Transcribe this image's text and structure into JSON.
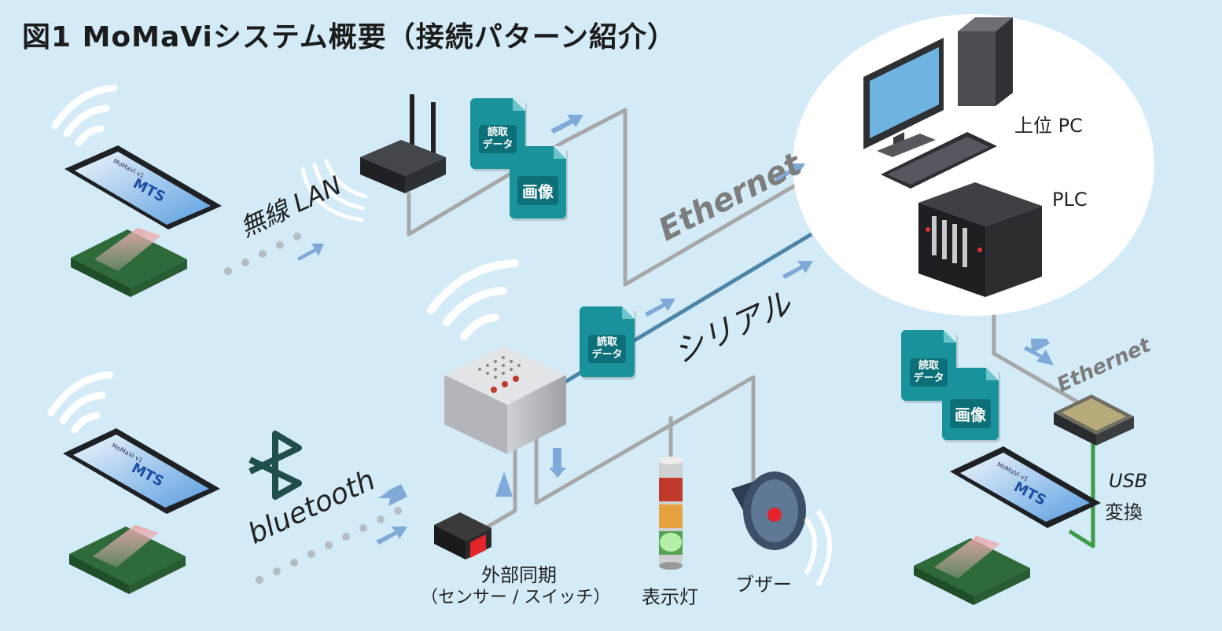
{
  "title": "図1 MoMaViシステム概要（接続パターン紹介）",
  "labels": {
    "wireless_lan": "無線 LAN",
    "ethernet_main": "Ethernet",
    "serial": "シリアル",
    "bluetooth": "bluetooth",
    "ethernet_right": "Ethernet",
    "usb_line1": "USB",
    "usb_line2": "変換",
    "host_pc": "上位 PC",
    "plc": "PLC",
    "external_sync_line1": "外部同期",
    "external_sync_line2": "（センサー / スイッチ）",
    "indicator_lamp": "表示灯",
    "buzzer": "ブザー"
  },
  "docs": {
    "read_data_line1": "読取",
    "read_data_line2": "データ",
    "image": "画像"
  },
  "device_screen": {
    "app_name": "MoMaVi v1",
    "logo": "MTS"
  },
  "colors": {
    "background": "#d3ebf7",
    "line_gray": "#a7a7a7",
    "line_serial": "#4e84a8",
    "usb_green": "#3f9a45",
    "arrow_blue": "#7fa9d9",
    "doc_teal": "#19929c",
    "bluetooth_icon": "#1f4f4a"
  }
}
